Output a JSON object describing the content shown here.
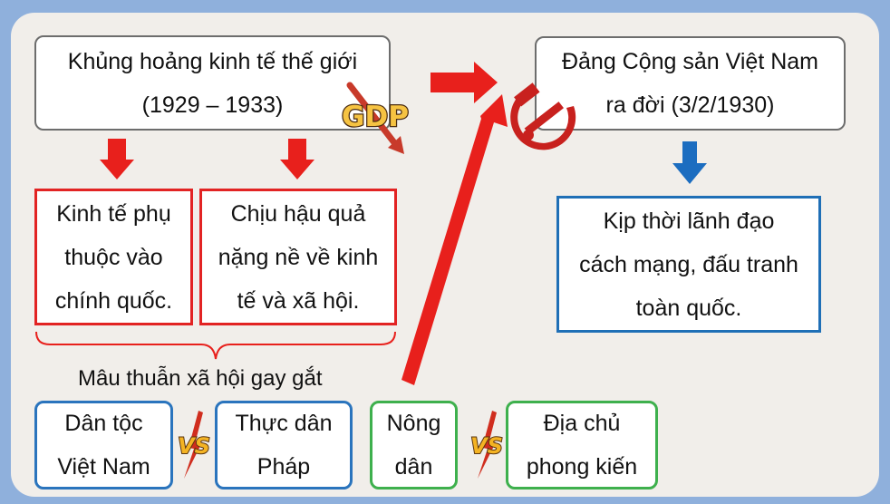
{
  "crisis": {
    "line1": "Khủng hoảng kinh tế thế giới",
    "line2": "(1929 – 1933)"
  },
  "party": {
    "line1": "Đảng Cộng sản Việt Nam",
    "line2": "ra đời (3/2/1930)"
  },
  "effect_left": {
    "line1": "Kinh tế phụ",
    "line2": "thuộc vào",
    "line3": "chính quốc."
  },
  "effect_right": {
    "line1": "Chịu hậu quả",
    "line2": "nặng nề về kinh",
    "line3": "tế và xã hội."
  },
  "result": {
    "line1": "Kịp thời lãnh đạo",
    "line2": "cách mạng, đấu tranh",
    "line3": "toàn quốc."
  },
  "contradiction_label": "Mâu thuẫn xã hội gay gắt",
  "groups": [
    {
      "line1": "Dân tộc",
      "line2": "Việt Nam"
    },
    {
      "line1": "Thực dân",
      "line2": "Pháp"
    },
    {
      "line1": "Nông",
      "line2": "dân"
    },
    {
      "line1": "Địa chủ",
      "line2": "phong kiến"
    }
  ],
  "vs_text": "VS",
  "gdp_text": "GDP",
  "colors": {
    "arrow_red": "#e8201c",
    "arrow_blue": "#1c6dc0",
    "green": "#3eb04d",
    "vs_gold": "#f4b323"
  }
}
